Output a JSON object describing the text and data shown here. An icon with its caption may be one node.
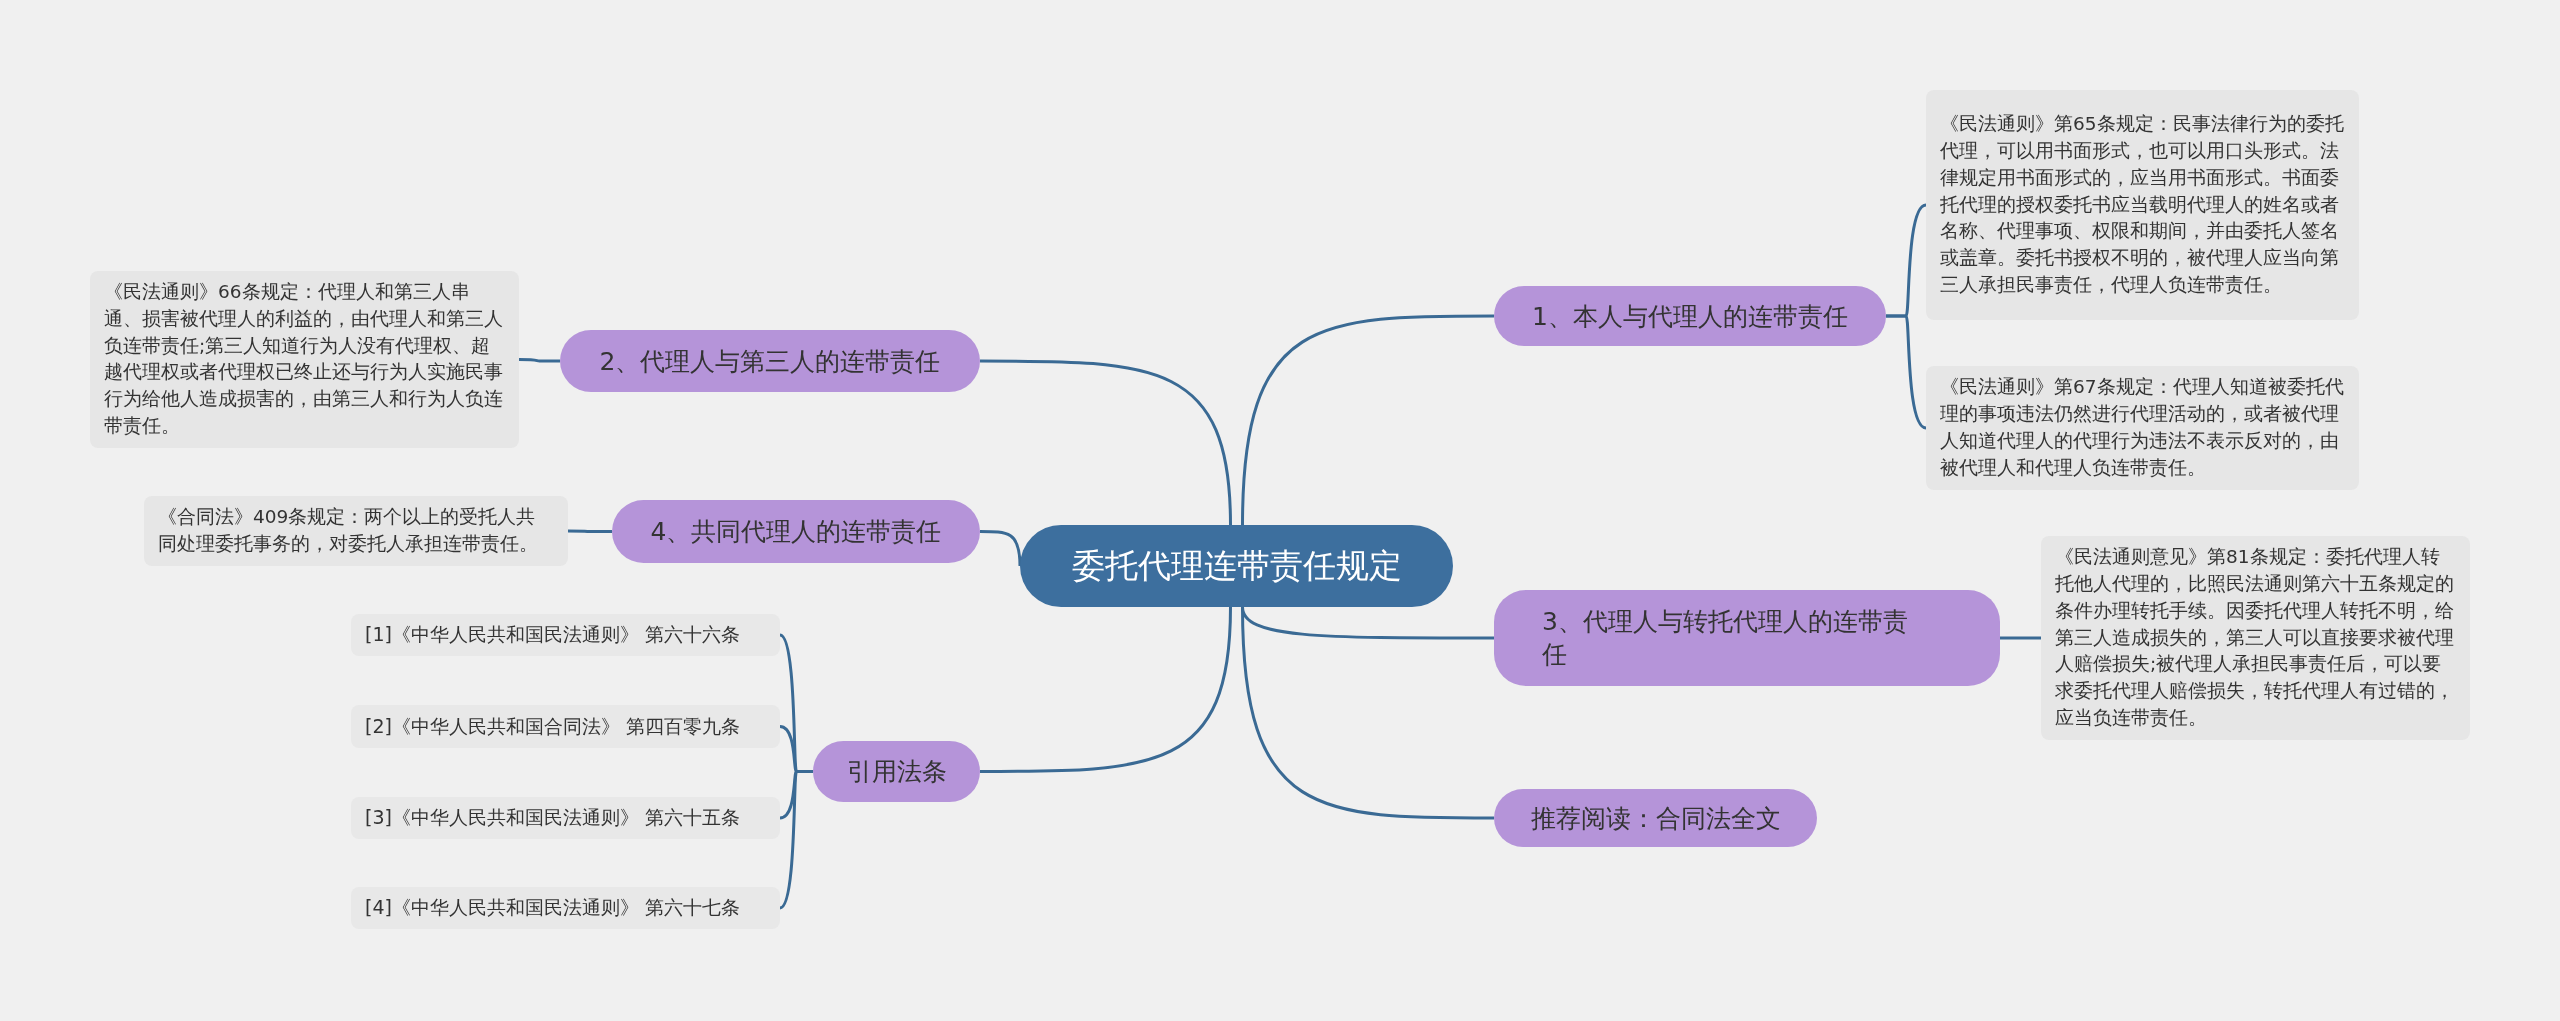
{
  "diagram": {
    "nodes": [
      {
        "text": [
          "委托代理连带责任规定"
        ]
      },
      {
        "text": [
          "1、本人与代理人的连带责任"
        ]
      },
      {
        "text": [
          "《民法通则》第65条规定：民事法律行为的委托代理，可以用书面形式，也可以用口头形式。法律规定用书面形式的，应当用书面形式。书面委托代理的授权委托书应当载明代理人的姓名或者名称、代理事项、权限和期间，并由委托人签名或盖章。委托书授权不明的，被代理人应当向第三人承担民事责任，代理人负连带责任。"
        ]
      },
      {
        "text": [
          "《民法通则》第67条规定：代理人知道被委托代理的事项违法仍然进行代理活动的，或者被代理人知道代理人的代理行为违法不表示反对的，由被代理人和代理人负连带责任。"
        ]
      },
      {
        "text": [
          "2、代理人与第三人的连带责任"
        ]
      },
      {
        "text": [
          "《民法通则》66条规定：代理人和第三人串通、损害被代理人的利益的，由代理人和第三人负连带责任;第三人知道行为人没有代理权、超越代理权或者代理权已终止还与行为人实施民事行为给他人造成损害的，由第三人和行为人负连带责任。"
        ]
      },
      {
        "text": [
          "3、代理人与转托代理人的连带责任"
        ]
      },
      {
        "text": [
          "《民法通则意见》第81条规定：委托代理人转托他人代理的，比照民法通则第六十五条规定的条件办理转托手续。因委托代理人转托不明，给第三人造成损失的，第三人可以直接要求被代理人赔偿损失;被代理人承担民事责任后，可以要求委托代理人赔偿损失，转托代理人有过错的，应当负连带责任。"
        ]
      },
      {
        "text": [
          "4、共同代理人的连带责任"
        ]
      },
      {
        "text": [
          "《合同法》409条规定：两个以上的受托人共同处理委托事务的，对委托人承担连带责任。"
        ]
      },
      {
        "text": [
          "推荐阅读：合同法全文"
        ]
      },
      {
        "text": [
          "引用法条"
        ]
      },
      {
        "text": [
          "[1]《中华人民共和国民法通则》 第六十六条"
        ]
      },
      {
        "text": [
          "[2]《中华人民共和国合同法》 第四百零九条"
        ]
      },
      {
        "text": [
          "[3]《中华人民共和国民法通则》 第六十五条"
        ]
      },
      {
        "text": [
          "[4]《中华人民共和国民法通则》 第六十七条"
        ]
      }
    ],
    "edges": [
      {
        "from": 0,
        "to": 1,
        "arrow": "none"
      },
      {
        "from": 1,
        "to": 2,
        "arrow": "none"
      },
      {
        "from": 1,
        "to": 3,
        "arrow": "none"
      },
      {
        "from": 0,
        "to": 4,
        "arrow": "none"
      },
      {
        "from": 4,
        "to": 5,
        "arrow": "none"
      },
      {
        "from": 0,
        "to": 6,
        "arrow": "none"
      },
      {
        "from": 6,
        "to": 7,
        "arrow": "none"
      },
      {
        "from": 0,
        "to": 8,
        "arrow": "none"
      },
      {
        "from": 8,
        "to": 9,
        "arrow": "none"
      },
      {
        "from": 0,
        "to": 10,
        "arrow": "none"
      },
      {
        "from": 0,
        "to": 11,
        "arrow": "none"
      },
      {
        "from": 11,
        "to": 12,
        "arrow": "none"
      },
      {
        "from": 11,
        "to": 13,
        "arrow": "none"
      },
      {
        "from": 11,
        "to": 14,
        "arrow": "none"
      },
      {
        "from": 11,
        "to": 15,
        "arrow": "none"
      }
    ]
  }
}
